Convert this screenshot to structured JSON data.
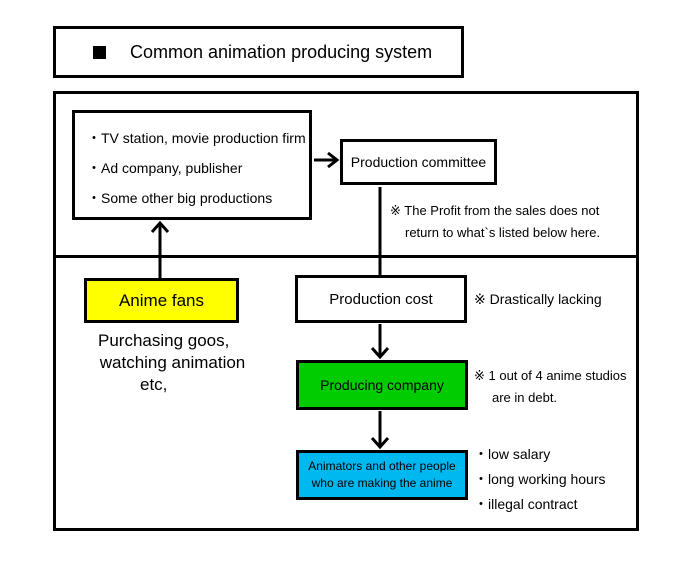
{
  "title": "Common animation producing system",
  "sources": {
    "items": [
      "・TV station, movie production firm",
      "・Ad company, publisher",
      "・Some other big productions"
    ]
  },
  "production_committee": "Production committee",
  "committee_note": {
    "line1": "※ The Profit from the sales does not",
    "line2": "return to what`s listed below  here."
  },
  "anime_fans": {
    "label": "Anime fans",
    "desc_lines": [
      "Purchasing goos,",
      "watching animation",
      "etc,"
    ]
  },
  "production_cost": {
    "label": "Production cost",
    "note": "※ Drastically lacking"
  },
  "producing_company": {
    "label": "Producing company",
    "note_line1": "※ 1 out of 4 anime studios",
    "note_line2": "are in debt."
  },
  "animators": {
    "line1": "Animators and other people",
    "line2": "who are making the anime",
    "issues": [
      "・low salary",
      "・long working hours",
      "・illegal contract"
    ]
  },
  "colors": {
    "anime_fans_fill": "#ffff00",
    "producing_company_fill": "#00cc00",
    "animators_fill": "#00b8f0"
  }
}
